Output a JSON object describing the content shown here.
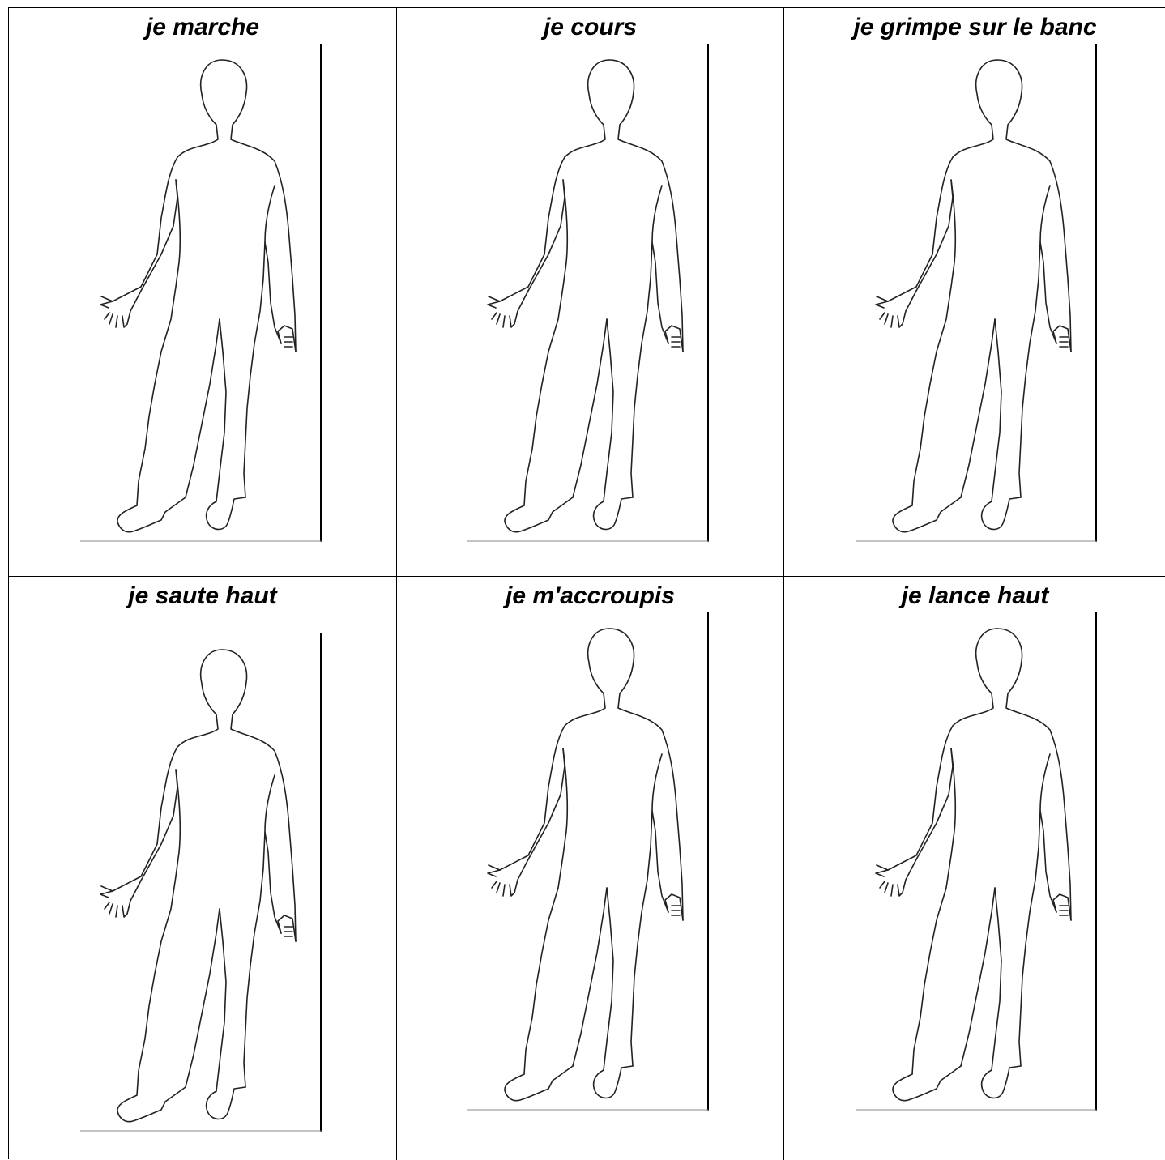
{
  "worksheet": {
    "cells": [
      {
        "label": "je marche"
      },
      {
        "label": "je cours"
      },
      {
        "label": "je grimpe sur le banc"
      },
      {
        "label": "je saute haut"
      },
      {
        "label": "je m'accroupis"
      },
      {
        "label": "je lance haut"
      }
    ]
  }
}
